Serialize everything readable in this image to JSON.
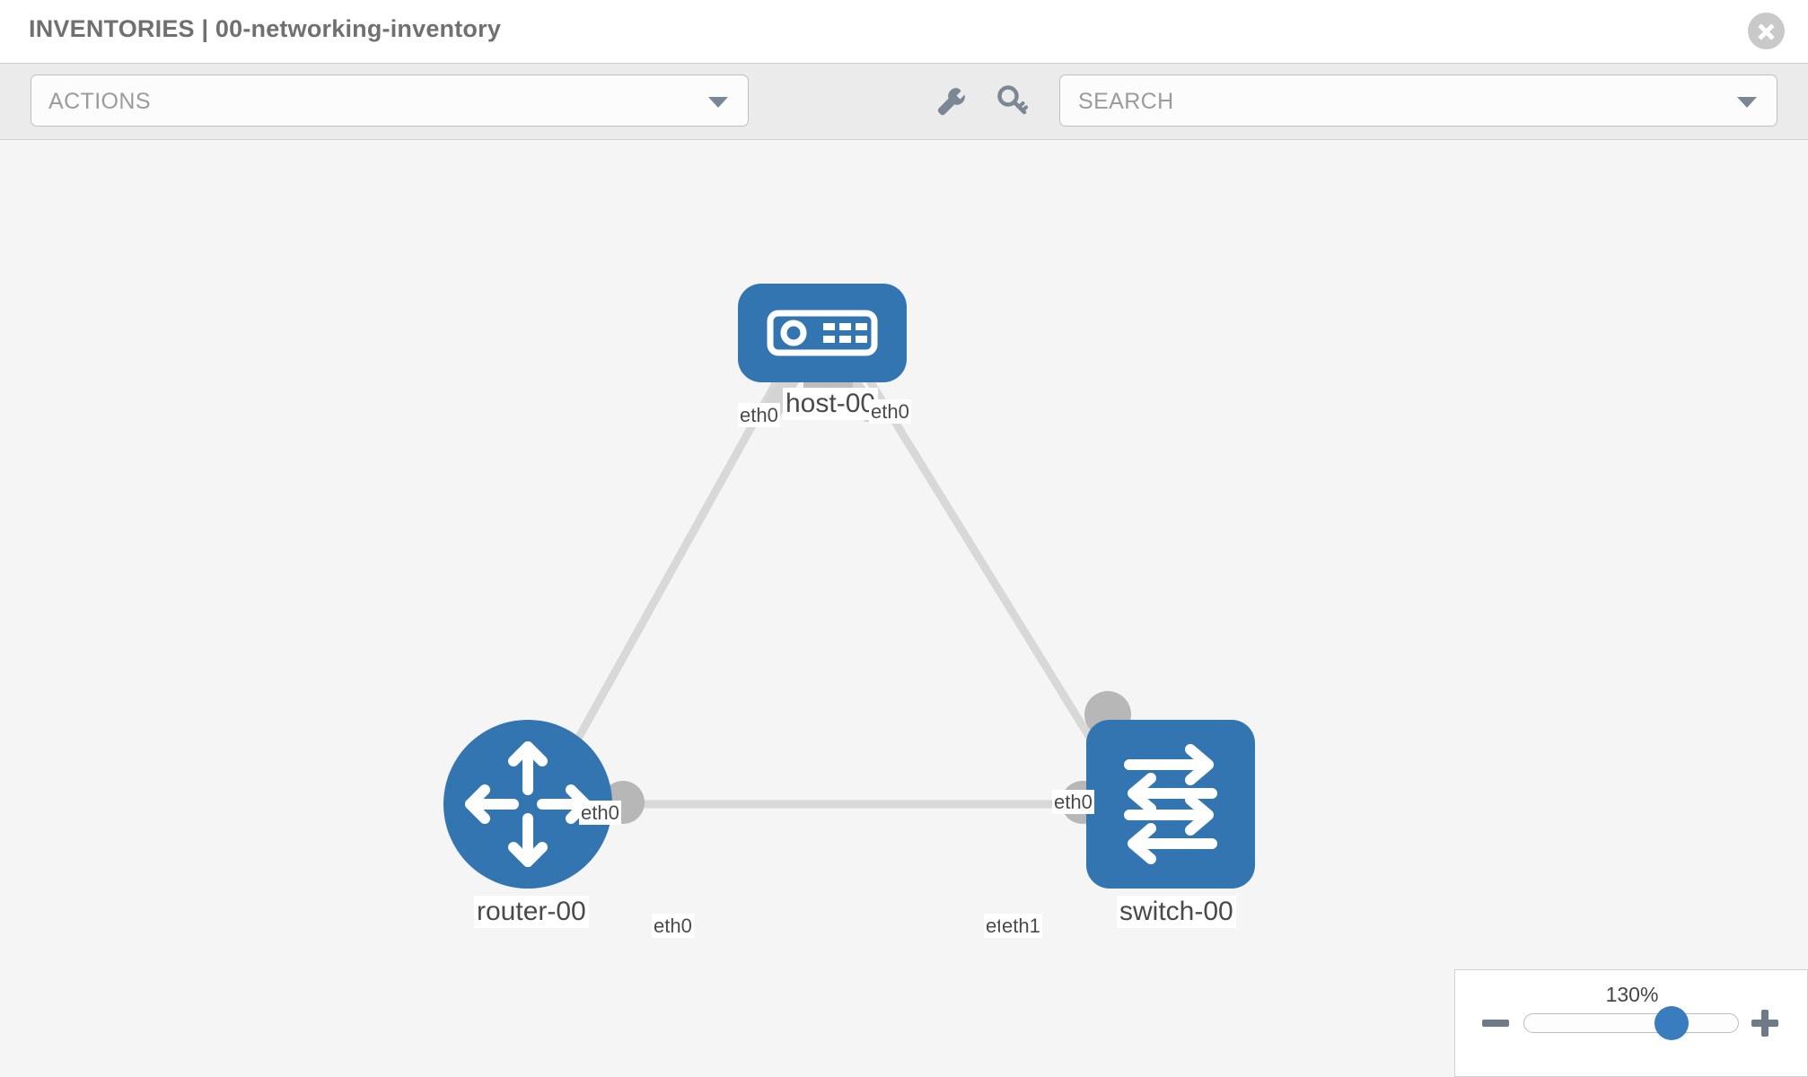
{
  "header": {
    "title": "INVENTORIES | 00-networking-inventory",
    "close_icon": "close-circle-icon"
  },
  "toolbar": {
    "actions_label": "ACTIONS",
    "actions_caret_icon": "chevron-down-icon",
    "wrench_icon": "wrench-icon",
    "key_icon": "key-icon",
    "search_placeholder": "SEARCH",
    "search_value": "",
    "search_caret_icon": "chevron-down-icon"
  },
  "topology": {
    "nodes": [
      {
        "id": "host-00",
        "label": "host-00",
        "type": "host",
        "icon": "server-icon"
      },
      {
        "id": "router-00",
        "label": "router-00",
        "type": "router",
        "icon": "router-arrows-icon"
      },
      {
        "id": "switch-00",
        "label": "switch-00",
        "type": "switch",
        "icon": "switch-arrows-icon"
      }
    ],
    "links": [
      {
        "source": "host-00",
        "target": "router-00",
        "source_iface": "eth0",
        "target_iface": "eth0"
      },
      {
        "source": "host-00",
        "target": "switch-00",
        "source_iface": "eth0",
        "target_iface": "eth0"
      },
      {
        "source": "router-00",
        "target": "switch-00",
        "source_iface": "eth0",
        "target_iface": "eth1"
      }
    ],
    "interface_labels": {
      "host_left": "eth0",
      "host_right": "eth0",
      "router_up": "eth0",
      "switch_up": "eth0",
      "router_right": "eth0",
      "switch_left_under": "eth0",
      "switch_left": "eth1"
    },
    "node_color": "#3375b0",
    "link_color": "#d8d8d8",
    "canvas_color": "#f5f5f5"
  },
  "zoom_control": {
    "value_label": "130%",
    "minus_icon": "minus-icon",
    "plus_icon": "plus-icon",
    "handle_position_percent": 60
  }
}
